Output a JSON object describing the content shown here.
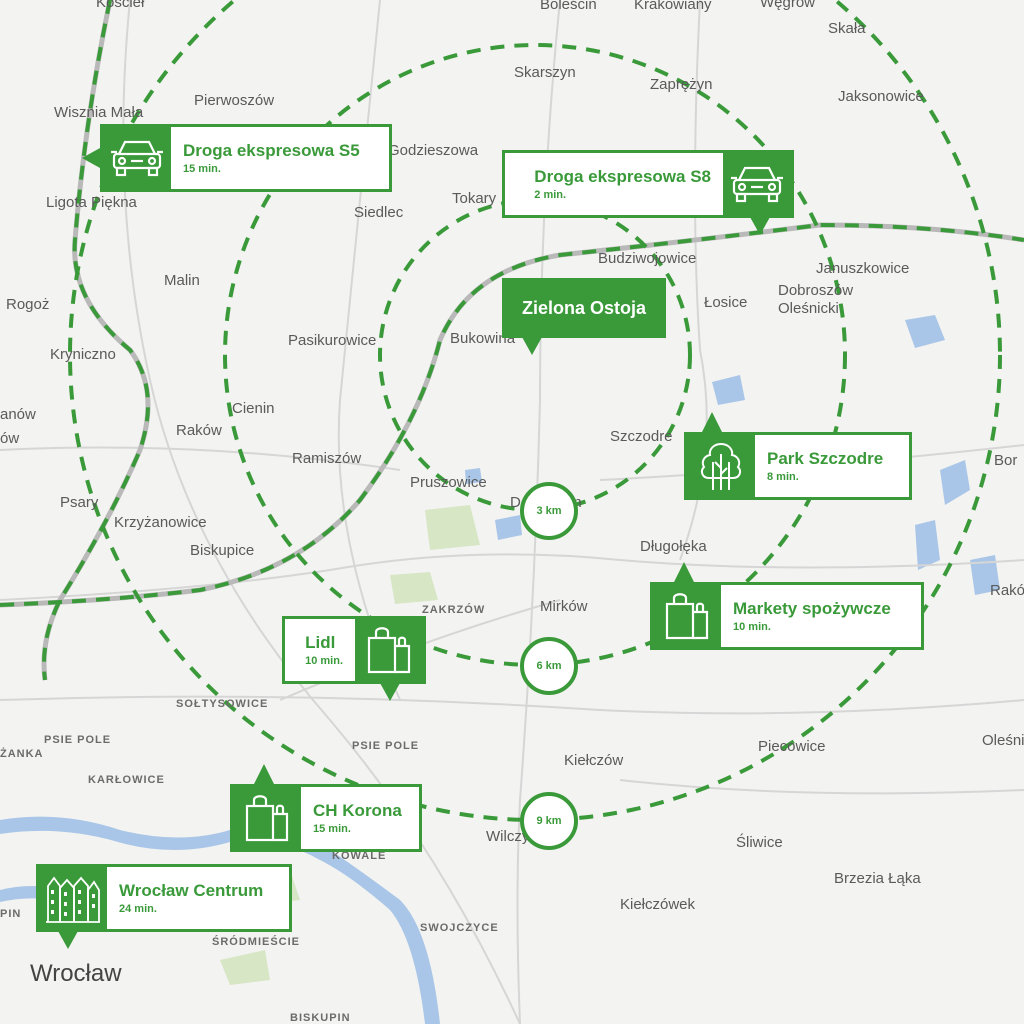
{
  "map": {
    "colors": {
      "accent": "#3a9a3a",
      "water": "#a9c6e8",
      "road": "#c9c9c9",
      "background": "#f3f3f1"
    },
    "home": {
      "label": "Zielona Ostoja"
    },
    "rings": [
      {
        "label": "3 km"
      },
      {
        "label": "6 km"
      },
      {
        "label": "9 km"
      }
    ],
    "places": [
      "Kościeł",
      "Boleścin",
      "Krakowiany",
      "Węgrów",
      "Skała",
      "Skarszyn",
      "Zaprężyn",
      "Jaksonowice",
      "Wisznia Mała",
      "Pierwoszów",
      "Godzieszowa",
      "Ligota Piękna",
      "Siedlec",
      "Tokary",
      "Budziwojowice",
      "Januszkowice",
      "Dobroszów Oleśnicki",
      "Łosice",
      "Malin",
      "Rogoż",
      "Pasikurowice",
      "Bukowina",
      "Kryniczno",
      "Cienin",
      "Raków",
      "Szczodre",
      "Ramiszów",
      "Pruszowice",
      "Dobroszyn",
      "Bor",
      "Psary",
      "Krzyżanowice",
      "Biskupice",
      "Długołęka",
      "Mirków",
      "Rakó",
      "Oleśnica",
      "Kiełczów",
      "Piecowice",
      "Wilczyce",
      "Śliwice",
      "Brzezia Łąka",
      "Kiełczówek",
      "anów",
      "ów"
    ],
    "districts": [
      "ZAKRZÓW",
      "SOŁTYSOWICE",
      "PSIE POLE",
      "PSIE POLE",
      "ŻANKA",
      "KARŁOWICE",
      "KOWALE",
      "ŚRÓDMIEŚCIE",
      "SWOJCZYCE",
      "BISKUPIN",
      "PIN"
    ],
    "city": "Wrocław"
  },
  "callouts": {
    "s5": {
      "title": "Droga ekspresowa S5",
      "time": "15 min.",
      "icon": "car-icon"
    },
    "s8": {
      "title": "Droga ekspresowa S8",
      "time": "2 min.",
      "icon": "car-icon"
    },
    "park": {
      "title": "Park Szczodre",
      "time": "8 min.",
      "icon": "tree-icon"
    },
    "markets": {
      "title": "Markety spożywcze",
      "time": "10 min.",
      "icon": "shopping-bags-icon"
    },
    "lidl": {
      "title": "Lidl",
      "time": "10 min.",
      "icon": "shopping-bags-icon"
    },
    "korona": {
      "title": "CH Korona",
      "time": "15 min.",
      "icon": "shopping-bags-icon"
    },
    "centrum": {
      "title": "Wrocław Centrum",
      "time": "24  min.",
      "icon": "buildings-icon"
    }
  }
}
